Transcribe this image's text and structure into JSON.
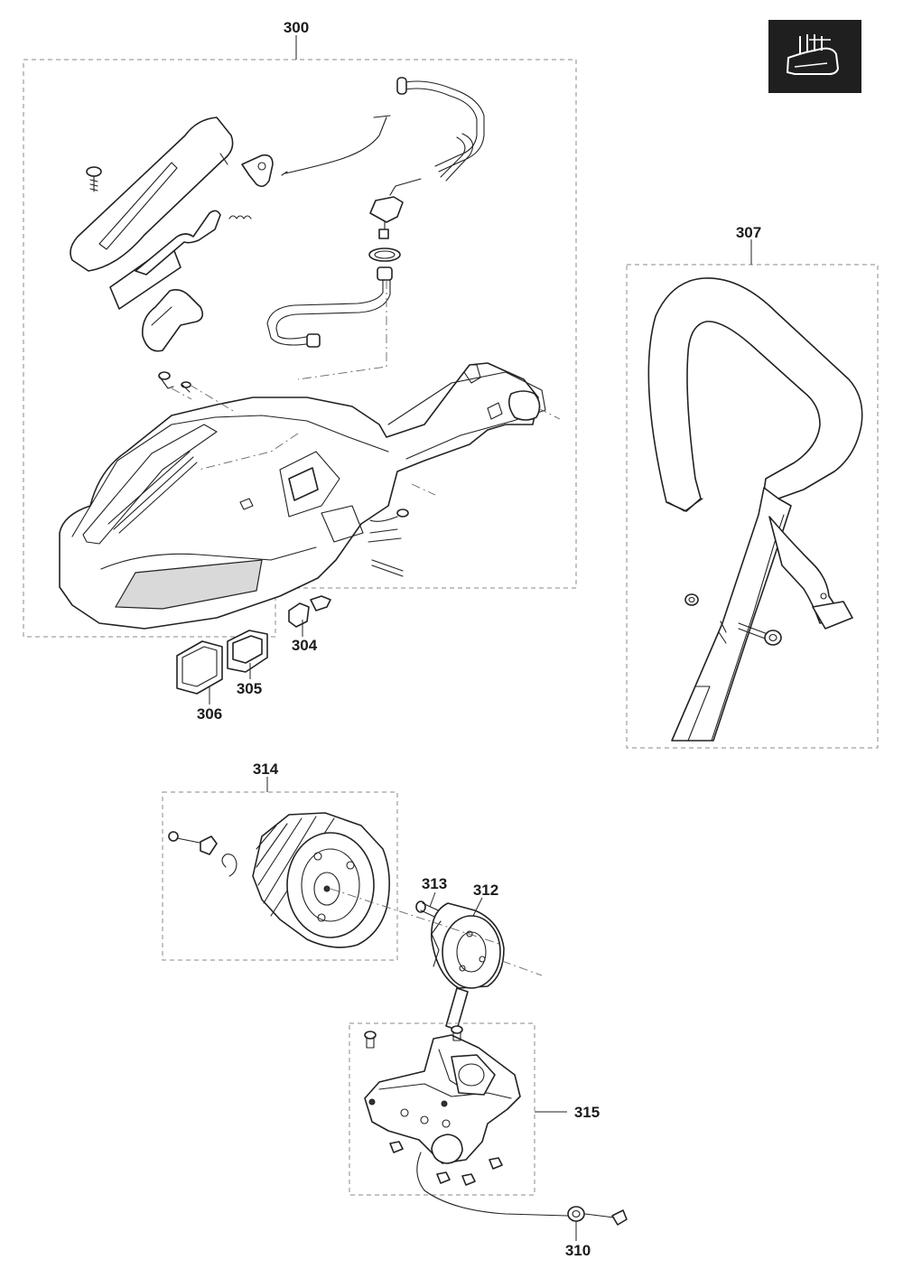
{
  "callouts": {
    "c300": "300",
    "c304": "304",
    "c305": "305",
    "c306": "306",
    "c307": "307",
    "c310": "310",
    "c312": "312",
    "c313": "313",
    "c314": "314",
    "c315": "315"
  },
  "icons": {
    "corner": "glove-hand-symbol-icon"
  },
  "colors": {
    "icon_background": "#1f1f1f",
    "line": "#222222",
    "box_border": "#8a8a8a"
  }
}
